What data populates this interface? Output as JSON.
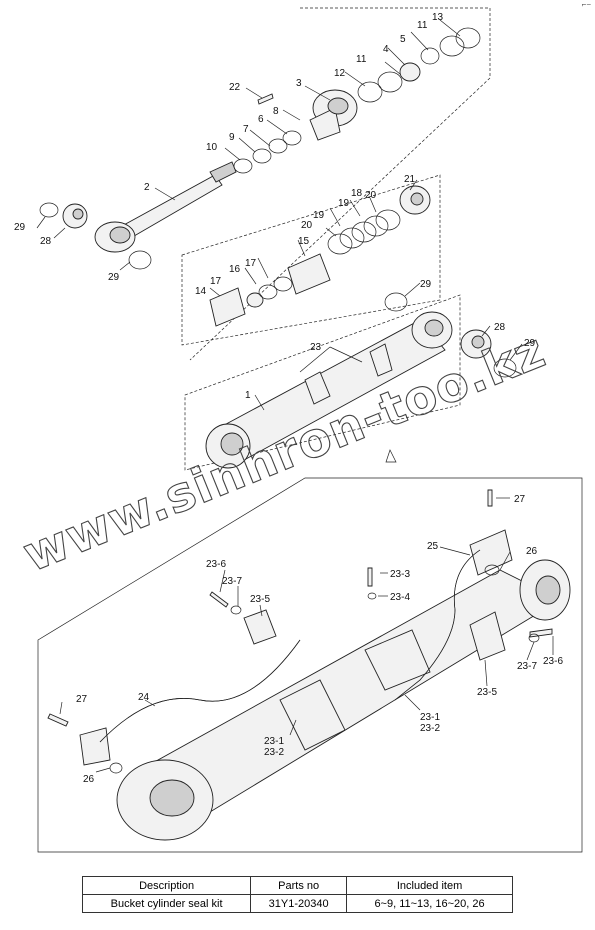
{
  "corner_mark": "⌐−",
  "watermark": "www.sinhron-too.kz",
  "labels": {
    "l1": "1",
    "l2": "2",
    "l3": "3",
    "l4": "4",
    "l5": "5",
    "l6": "6",
    "l7": "7",
    "l8": "8",
    "l9": "9",
    "l10": "10",
    "l11a": "11",
    "l11b": "11",
    "l12": "12",
    "l13": "13",
    "l14": "14",
    "l15": "15",
    "l16": "16",
    "l17a": "17",
    "l17b": "17",
    "l18": "18",
    "l19a": "19",
    "l19b": "19",
    "l20a": "20",
    "l20b": "20",
    "l21": "21",
    "l22": "22",
    "l23": "23",
    "l28a": "28",
    "l28b": "28",
    "l29a": "29",
    "l29b": "29",
    "l29c": "29",
    "l29d": "29",
    "l23_6a": "23-6",
    "l23_7a": "23-7",
    "l23_5a": "23-5",
    "l23_3": "23-3",
    "l23_4": "23-4",
    "l25": "25",
    "l27a": "27",
    "l26a": "26",
    "l23_7b": "23-7",
    "l23_6b": "23-6",
    "l23_5b": "23-5",
    "l23_1a": "23-1",
    "l23_2a": "23-2",
    "l23_1b": "23-1",
    "l23_2b": "23-2",
    "l24": "24",
    "l27b": "27",
    "l26b": "26"
  },
  "table": {
    "headers": [
      "Description",
      "Parts no",
      "Included item"
    ],
    "rows": [
      [
        "Bucket cylinder seal kit",
        "31Y1-20340",
        "6~9, 11~13, 16~20, 26"
      ]
    ]
  }
}
